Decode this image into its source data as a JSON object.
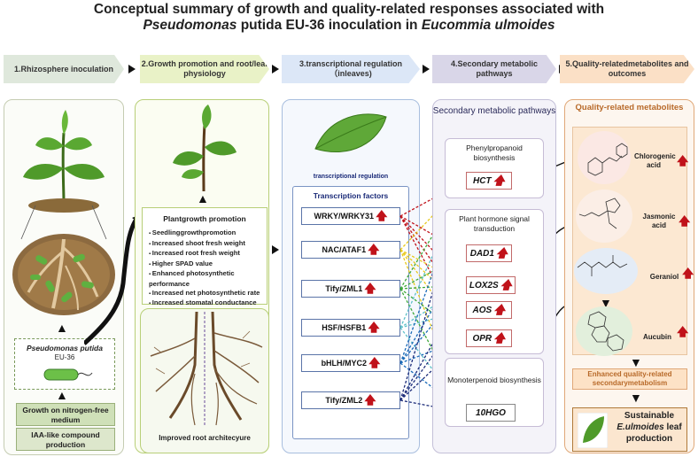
{
  "title": {
    "line1": "Conceptual summary of growth and quality-related responses associated with",
    "line2_italic1": "Pseudomonas",
    "line2_plain1": " putida EU-36 inoculation in ",
    "line2_italic2": "Eucommia ulmoides"
  },
  "steps": [
    {
      "label": "1.Rhizosphere inoculation",
      "color": "#dfe8dc"
    },
    {
      "label": "2.Growth promotion and root/leaf physiology",
      "color": "#e9f2c7"
    },
    {
      "label": "3.transcriptional regulation （inleaves)",
      "color": "#dce7f7"
    },
    {
      "label": "4.Secondary metabolic pathways",
      "color": "#d9d6e8"
    },
    {
      "label": "5.Quality-relatedmetabolites and outcomes",
      "color": "#fbe0c6"
    }
  ],
  "panel1": {
    "organism_italic": "Pseudomonas putida",
    "organism_strain": "EU-36",
    "trait1": "Growth on nitrogen-free medium",
    "trait2": "IAA-like compound production"
  },
  "panel2": {
    "heading": "Plantgrowth promotion",
    "items": [
      "Seedlinggrowthpromotion",
      "Increased shoot fresh weight",
      "Increased root fresh weight",
      "Higher SPAD value",
      "Enhanced photosynthetic performance",
      "Increased net photosynthetic rate",
      "Increased stomatal conductance"
    ],
    "root_caption": "Improved root architecyure"
  },
  "panel3": {
    "subtitle": "transcriptional regulation",
    "tf_heading": "Transcription factors",
    "tfs": [
      "WRKY/WRKY31",
      "NAC/ATAF1",
      "Tify/ZML1",
      "HSF/HSFB1",
      "bHLH/MYC2",
      "Tify/ZML2"
    ]
  },
  "panel4": {
    "heading": "Secondary metabolic pathways",
    "phenyl": "Phenylpropanoid biosynthesis",
    "hormone": "Plant hormone signal transduction",
    "mono": "Monoterpenoid biosynthesis",
    "genes": [
      "HCT",
      "DAD1",
      "LOX2S",
      "AOS",
      "OPR",
      "10HGO"
    ]
  },
  "panel5": {
    "heading": "Quality-related metabolites",
    "metabolites": [
      "Chlorogenic acid",
      "Jasmonic acid",
      "Geraniol",
      "Aucubin"
    ],
    "enhanced": "Enhanced quality-related secondarymetabolism",
    "outcome1": "Sustainable",
    "outcome2_italic": "E.ulmoides",
    "outcome2_plain": " leaf",
    "outcome3": "production"
  },
  "colors": {
    "up_arrow": "#c0121a",
    "line_colors": [
      "#c0121a",
      "#e8c81a",
      "#3ea83a",
      "#1a6ab8",
      "#1a2a78",
      "#5fc0c8"
    ]
  },
  "icons": [
    "up-arrow-icon",
    "leaf-icon",
    "plant-icon",
    "root-icon",
    "bacterium-icon"
  ]
}
